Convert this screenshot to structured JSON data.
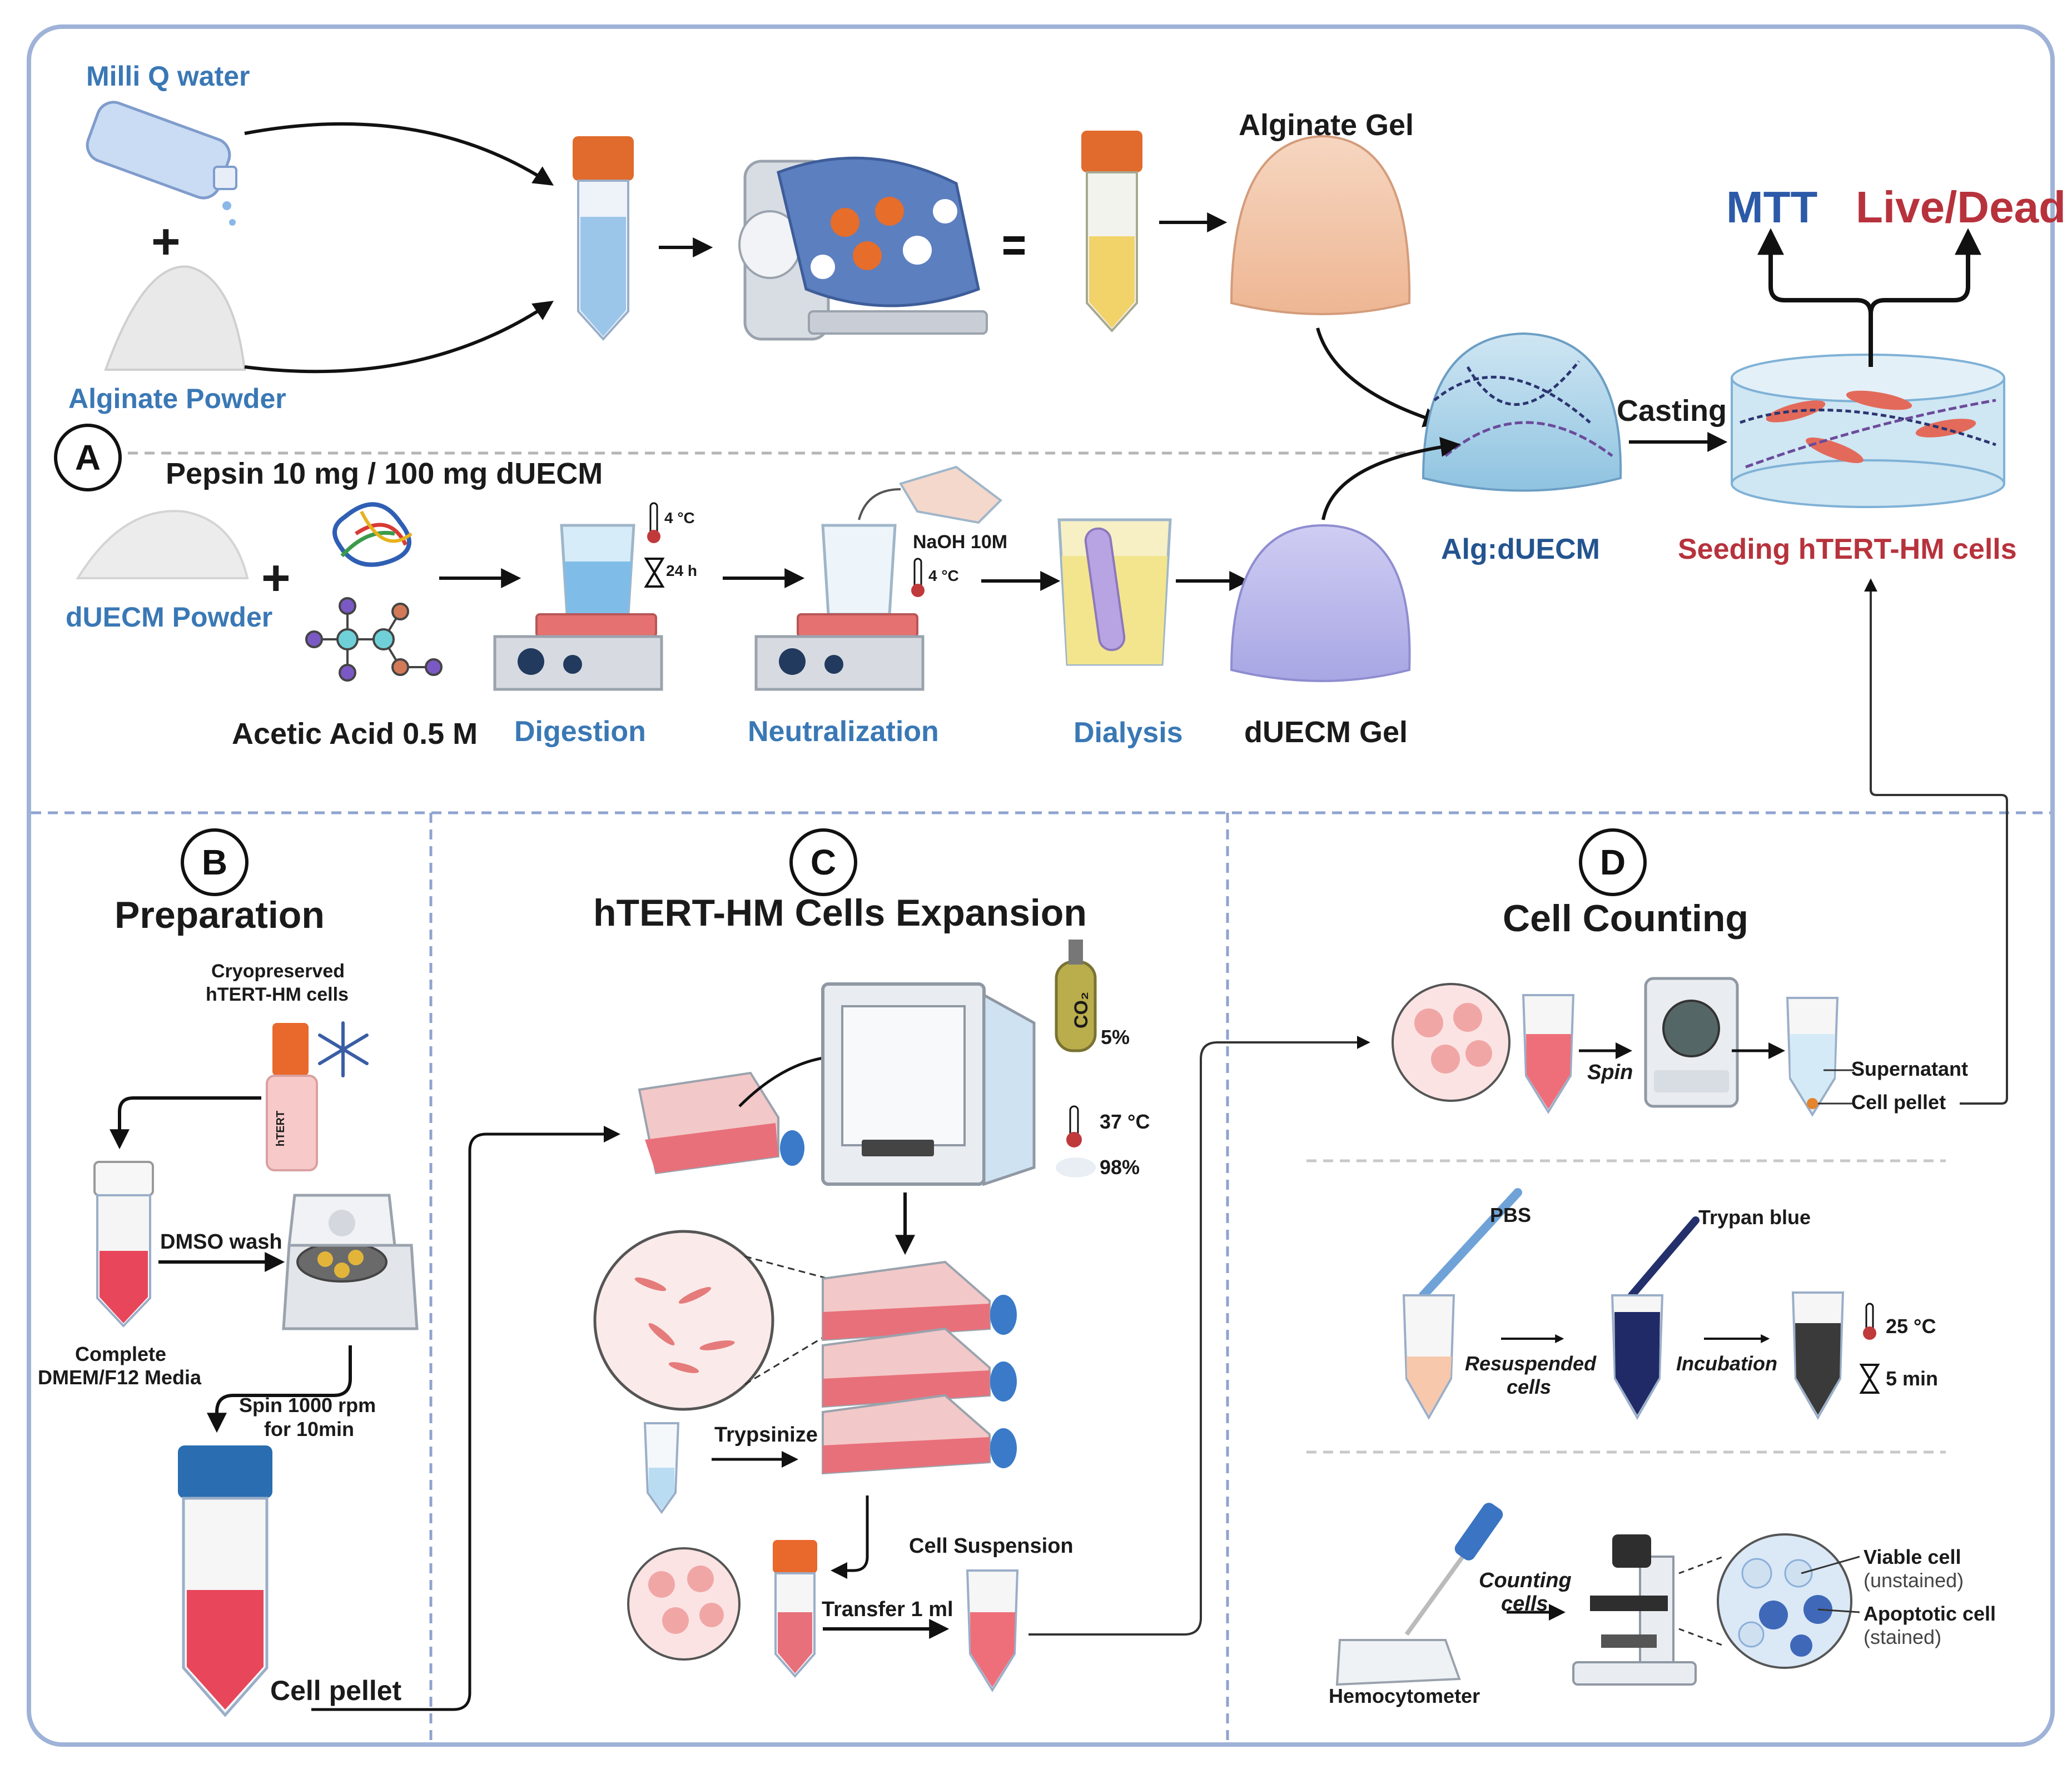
{
  "colors": {
    "frame": "#9fb2d8",
    "divider": "#8fa3cf",
    "blue_label": "#3a78b5",
    "navy_label": "#24548f",
    "red_label": "#b7323c",
    "media_pink": "#e8626c",
    "gel_orange": "#f2c4a6",
    "gel_purple": "#b7b6ea",
    "stain_navy": "#1f2a66"
  },
  "panels": {
    "a": {
      "letter": "A"
    },
    "b": {
      "letter": "B",
      "title": "Preparation"
    },
    "c": {
      "letter": "C",
      "title": "hTERT-HM Cells Expansion"
    },
    "d": {
      "letter": "D",
      "title": "Cell Counting"
    }
  },
  "panel_a": {
    "milli_q_water": "Milli Q water",
    "alginate_powder": "Alginate Powder",
    "plus": "+",
    "equals": "=",
    "alginate_gel": "Alginate Gel",
    "pepsin": "Pepsin 10 mg / 100 mg dUECM",
    "duecm_powder": "dUECM Powder",
    "acetic_acid": "Acetic Acid 0.5 M",
    "digestion": "Digestion",
    "neutralization": "Neutralization",
    "dialysis": "Dialysis",
    "duecm_gel": "dUECM Gel",
    "digest_temp": "4 °C",
    "digest_time": "24 h",
    "naoh": "NaOH 10M",
    "neutral_temp": "4 °C",
    "alg_duecm": "Alg:dUECM",
    "casting": "Casting",
    "mtt": "MTT",
    "live_dead": "Live/Dead",
    "seeding": "Seeding hTERT-HM  cells"
  },
  "panel_b": {
    "cryopreserved": [
      "Cryopreserved",
      "hTERT-HM cells"
    ],
    "vial_label": "hTERT",
    "dmso_wash": "DMSO wash",
    "media": [
      "Complete",
      "DMEM/F12 Media"
    ],
    "spin": [
      "Spin 1000 rpm",
      "for 10min"
    ],
    "cell_pellet": "Cell pellet"
  },
  "panel_c": {
    "co2": "CO₂",
    "co2_pct": "5%",
    "temp": "37 °C",
    "humidity": "98%",
    "trypsinize": "Trypsinize",
    "transfer": "Transfer 1 ml",
    "cell_suspension": "Cell Suspension"
  },
  "panel_d": {
    "spin": "Spin",
    "supernatant": "Supernatant",
    "cell_pellet": "Cell pellet",
    "pbs": "PBS",
    "trypan_blue": "Trypan blue",
    "resuspended": [
      "Resuspended",
      "cells"
    ],
    "incubation": "Incubation",
    "incub_temp": "25 °C",
    "incub_time": "5 min",
    "counting_cells": [
      "Counting",
      "cells"
    ],
    "hemocytometer": "Hemocytometer",
    "viable": "Viable cell",
    "unstained": "(unstained)",
    "apoptotic": "Apoptotic cell",
    "stained": "(stained)"
  }
}
